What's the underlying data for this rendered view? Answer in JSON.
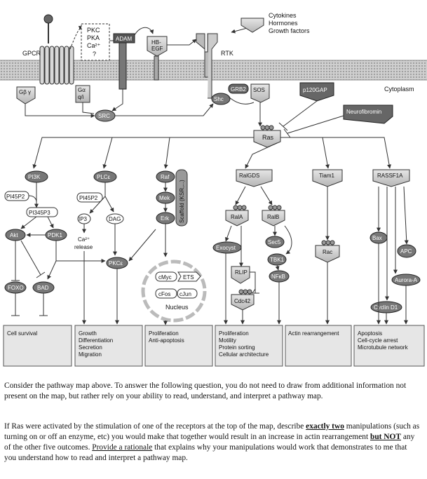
{
  "membrane": {
    "gpcr": "GPCR",
    "rtk": "RTK",
    "cytoplasm": "Cytoplasm",
    "ligands": [
      "Cytokines",
      "Hormones",
      "Growth factors"
    ],
    "kinases": [
      "PKC",
      "PKA",
      "Ca²⁺",
      "?"
    ],
    "adam": "ADAM",
    "hbegf": [
      "HB-",
      "EGF"
    ],
    "gbg": "Gβ γ",
    "galpha": [
      "Gα",
      "q/i"
    ],
    "shc": "Shc",
    "grb2": "GRB2",
    "sos": "SOS",
    "p120gap": "p120GAP",
    "neurofibromin": "Neurofibromin",
    "src": "SRC"
  },
  "ras": "Ras",
  "pi3k_branch": {
    "pi3k": "PI3K",
    "pi45p2": "PI45P2",
    "pi345p3": "PI345P3",
    "akt": "Akt",
    "pdk1": "PDK1",
    "foxo": "FOXO",
    "bad": "BAD"
  },
  "plc_branch": {
    "plce": "PLCε",
    "pi45p2": "PI45P2",
    "ip3": "IP3",
    "dag": "DAG",
    "ca_release": [
      "Ca²⁺",
      "release"
    ],
    "pkce": "PKCε"
  },
  "raf_branch": {
    "raf": "Raf",
    "mek": "Mek",
    "erk": "Erk",
    "scaffold": "Scaffold (KSR,...)",
    "nucleus": {
      "label": "Nucleus",
      "factors": [
        "cMyc",
        "ETS",
        "cFos",
        "cJun"
      ]
    }
  },
  "ralgds_branch": {
    "ralgds": "RalGDS",
    "rala": "RalA",
    "ralb": "RalB",
    "exocyst": "Exocyst",
    "sec5": "Sec5",
    "tbk1": "TBK1",
    "nfkb": "NFκB",
    "rlip": "RLIP",
    "cdc42": "Cdc42"
  },
  "tiam_branch": {
    "tiam1": "Tiam1",
    "rac": "Rac"
  },
  "rassf_branch": {
    "rassf1a": "RASSF1A",
    "bax": "Bax",
    "apc": "APC",
    "aurora": "Aurora-A",
    "cyclin": "Cyclin D1"
  },
  "outcomes": [
    [
      "Cell survival"
    ],
    [
      "Growth",
      "Differentiation",
      "Secretion",
      "Migration"
    ],
    [
      "Proliferation",
      "Anti-apoptosis"
    ],
    [
      "Proliferation",
      "Motility",
      "Protein sorting",
      "Cellular architecture"
    ],
    [
      "Actin rearrangement"
    ],
    [
      "Apoptosis",
      "Cell-cycle arrest",
      "Microtubule network"
    ]
  ],
  "question": {
    "p1": "Consider the pathway map above.  To answer the following question, you do not need to draw from additional information not present on the map, but rather rely on your ability to read, understand, and interpret a pathway map.",
    "p2_a": "If Ras were activated by the stimulation of one of the receptors at the top of the map, describe ",
    "p2_b": "exactly two",
    "p2_c": " manipulations (such as turning on or off an enzyme, etc) you would make that together would result in an increase in actin rearrangement ",
    "p2_d": "but NOT",
    "p2_e": " any of the other five outcomes. ",
    "p2_f": "Provide a rationale",
    "p2_g": " that explains why your manipulations would work that demonstrates to me that you understand how to read and interpret a pathway map."
  }
}
